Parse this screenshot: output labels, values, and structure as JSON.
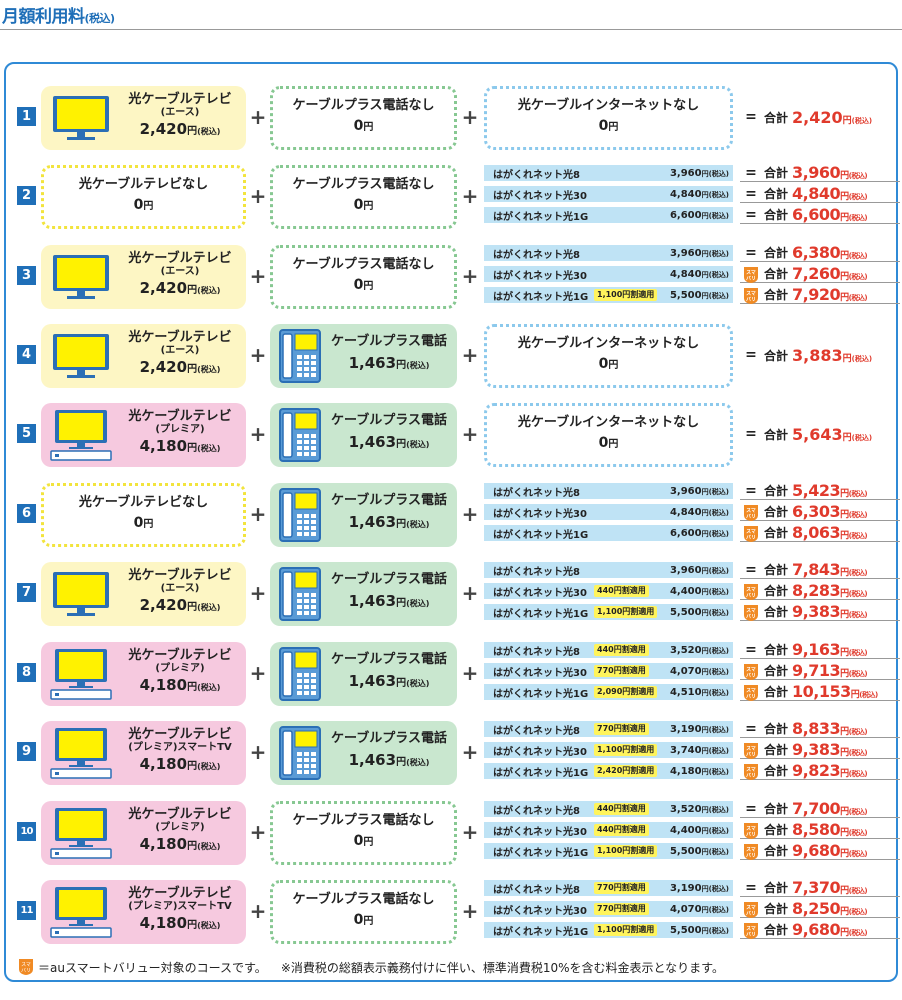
{
  "header": {
    "title": "月額利用料",
    "title_note": "(税込)"
  },
  "labels": {
    "tv_name": "光ケーブルテレビ",
    "tv_none": "光ケーブルテレビなし",
    "phone_name": "ケーブルプラス電話",
    "phone_none": "ケーブルプラス電話なし",
    "net_none": "光ケーブルインターネットなし",
    "total": "合計",
    "yen": "円",
    "tax": "(税込)",
    "plus": "+",
    "equals": "=",
    "zero": "0"
  },
  "tv_variants": {
    "ace": "(エース)",
    "premia": "(プレミア)",
    "premia_smart": "(プレミア)スマートTV"
  },
  "prices": {
    "tv_ace": "2,420",
    "tv_premia": "4,180",
    "phone": "1,463"
  },
  "icons": {
    "tv": "tv-icon",
    "tv_premia": "tv-with-tuner-icon",
    "phone": "phone-icon",
    "sumaval": "au-smart-value-badge-icon"
  },
  "colors": {
    "blue": "#1f6fb8",
    "red": "#e03a2c",
    "ace_bg": "#fdf6c4",
    "premia_bg": "#f6c9df",
    "phone_bg": "#c9e7cf",
    "net_bg": "#bfe3f5",
    "discount": "#fff45c"
  },
  "plans": [
    {
      "no": "1",
      "tv": "ace",
      "phone": "none",
      "net": "none",
      "total": "2,420"
    },
    {
      "no": "2",
      "tv": "none",
      "phone": "none",
      "net": [
        {
          "name": "はがくれネット光8",
          "discount": "",
          "price": "3,960",
          "sumaval": false,
          "total": "3,960"
        },
        {
          "name": "はがくれネット光30",
          "discount": "",
          "price": "4,840",
          "sumaval": false,
          "total": "4,840"
        },
        {
          "name": "はがくれネット光1G",
          "discount": "",
          "price": "6,600",
          "sumaval": false,
          "total": "6,600"
        }
      ]
    },
    {
      "no": "3",
      "tv": "ace",
      "phone": "none",
      "net": [
        {
          "name": "はがくれネット光8",
          "discount": "",
          "price": "3,960",
          "sumaval": false,
          "total": "6,380"
        },
        {
          "name": "はがくれネット光30",
          "discount": "",
          "price": "4,840",
          "sumaval": true,
          "total": "7,260"
        },
        {
          "name": "はがくれネット光1G",
          "discount": "1,100円割適用",
          "price": "5,500",
          "sumaval": true,
          "total": "7,920"
        }
      ]
    },
    {
      "no": "4",
      "tv": "ace",
      "phone": "on",
      "net": "none",
      "total": "3,883"
    },
    {
      "no": "5",
      "tv": "premia",
      "phone": "on",
      "net": "none",
      "total": "5,643"
    },
    {
      "no": "6",
      "tv": "none",
      "phone": "on",
      "net": [
        {
          "name": "はがくれネット光8",
          "discount": "",
          "price": "3,960",
          "sumaval": false,
          "total": "5,423"
        },
        {
          "name": "はがくれネット光30",
          "discount": "",
          "price": "4,840",
          "sumaval": true,
          "total": "6,303"
        },
        {
          "name": "はがくれネット光1G",
          "discount": "",
          "price": "6,600",
          "sumaval": true,
          "total": "8,063"
        }
      ]
    },
    {
      "no": "7",
      "tv": "ace",
      "phone": "on",
      "net": [
        {
          "name": "はがくれネット光8",
          "discount": "",
          "price": "3,960",
          "sumaval": false,
          "total": "7,843"
        },
        {
          "name": "はがくれネット光30",
          "discount": "440円割適用",
          "price": "4,400",
          "sumaval": true,
          "total": "8,283"
        },
        {
          "name": "はがくれネット光1G",
          "discount": "1,100円割適用",
          "price": "5,500",
          "sumaval": true,
          "total": "9,383"
        }
      ]
    },
    {
      "no": "8",
      "tv": "premia",
      "phone": "on",
      "net": [
        {
          "name": "はがくれネット光8",
          "discount": "440円割適用",
          "price": "3,520",
          "sumaval": false,
          "total": "9,163"
        },
        {
          "name": "はがくれネット光30",
          "discount": "770円割適用",
          "price": "4,070",
          "sumaval": true,
          "total": "9,713"
        },
        {
          "name": "はがくれネット光1G",
          "discount": "2,090円割適用",
          "price": "4,510",
          "sumaval": true,
          "total": "10,153"
        }
      ]
    },
    {
      "no": "9",
      "tv": "premia_smart",
      "phone": "on",
      "net": [
        {
          "name": "はがくれネット光8",
          "discount": "770円割適用",
          "price": "3,190",
          "sumaval": false,
          "total": "8,833"
        },
        {
          "name": "はがくれネット光30",
          "discount": "1,100円割適用",
          "price": "3,740",
          "sumaval": true,
          "total": "9,383"
        },
        {
          "name": "はがくれネット光1G",
          "discount": "2,420円割適用",
          "price": "4,180",
          "sumaval": true,
          "total": "9,823"
        }
      ]
    },
    {
      "no": "10",
      "tv": "premia",
      "phone": "none",
      "net": [
        {
          "name": "はがくれネット光8",
          "discount": "440円割適用",
          "price": "3,520",
          "sumaval": false,
          "total": "7,700"
        },
        {
          "name": "はがくれネット光30",
          "discount": "440円割適用",
          "price": "4,400",
          "sumaval": true,
          "total": "8,580"
        },
        {
          "name": "はがくれネット光1G",
          "discount": "1,100円割適用",
          "price": "5,500",
          "sumaval": true,
          "total": "9,680"
        }
      ]
    },
    {
      "no": "11",
      "tv": "premia_smart",
      "phone": "none",
      "net": [
        {
          "name": "はがくれネット光8",
          "discount": "770円割適用",
          "price": "3,190",
          "sumaval": false,
          "total": "7,370"
        },
        {
          "name": "はがくれネット光30",
          "discount": "770円割適用",
          "price": "4,070",
          "sumaval": true,
          "total": "8,250"
        },
        {
          "name": "はがくれネット光1G",
          "discount": "1,100円割適用",
          "price": "5,500",
          "sumaval": true,
          "total": "9,680"
        }
      ]
    }
  ],
  "footer": {
    "badge_note": "＝auスマートバリュー対象のコースです。",
    "tax_note": "※消費税の総額表示義務付けに伴い、標準消費税10%を含む料金表示となります。"
  }
}
